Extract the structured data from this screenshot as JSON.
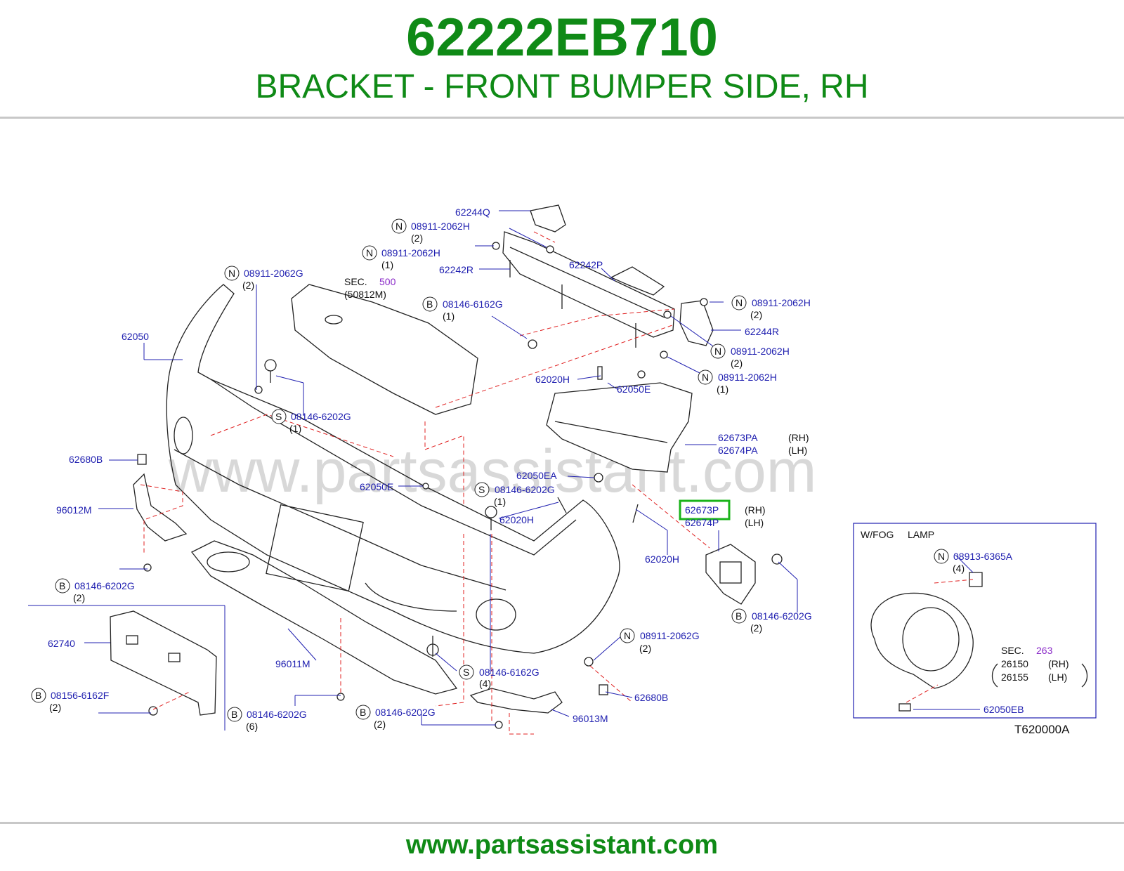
{
  "header": {
    "part_number": "62222EB710",
    "description": "BRACKET - FRONT BUMPER SIDE, RH"
  },
  "watermark": "www.partsassistant.com",
  "footer": {
    "url": "www.partsassistant.com"
  },
  "diagram_code": "T620000A",
  "colors": {
    "brand_green": "#0f8a16",
    "label_blue": "#2020b0",
    "sec_purple": "#8a2ac8",
    "highlight": "#19b319",
    "dashed_red": "#e02020"
  },
  "callouts": {
    "c62244Q": "62244Q",
    "c08911_a": "08911-2062H",
    "q08911_a": "(2)",
    "c08911_b": "08911-2062H",
    "q08911_b": "(1)",
    "c62242R": "62242R",
    "c62242P": "62242P",
    "c08911_c": "08911-2062G",
    "q08911_c": "(2)",
    "sec_a_label": "SEC.",
    "sec_a_num": "500",
    "sec_a_ref": "(50812M)",
    "c08146_a": "08146-6162G",
    "q08146_a": "(1)",
    "c08911_d": "08911-2062H",
    "q08911_d": "(2)",
    "c62244R": "62244R",
    "c08911_e": "08911-2062H",
    "q08911_e": "(2)",
    "c62050": "62050",
    "c08911_f": "08911-2062H",
    "q08911_f": "(1)",
    "c62020H_a": "62020H",
    "c62050E_a": "62050E",
    "c08146_b": "08146-6202G",
    "q08146_b": "(1)",
    "c62673PA": "62673PA",
    "r62673PA": "(RH)",
    "c62674PA": "62674PA",
    "r62674PA": "(LH)",
    "c62680B_a": "62680B",
    "c62050EA": "62050EA",
    "c62050E_b": "62050E",
    "c08146_c": "08146-6202G",
    "q08146_c": "(1)",
    "c96012M": "96012M",
    "c62673P": "62673P",
    "r62673P": "(RH)",
    "c62674P": "62674P",
    "r62674P": "(LH)",
    "c62020H_b": "62020H",
    "c62020H_c": "62020H",
    "c08146_d": "08146-6202G",
    "q08146_d": "(2)",
    "c08146_e": "08146-6202G",
    "q08146_e": "(2)",
    "c62740": "62740",
    "c96011M": "96011M",
    "c08911_g": "08911-2062G",
    "q08911_g": "(2)",
    "c08146_f": "08146-6162G",
    "q08146_f": "(4)",
    "c62680B_b": "62680B",
    "c08156": "08156-6162F",
    "q08156": "(2)",
    "c08146_g": "08146-6202G",
    "q08146_g": "(6)",
    "c08146_h": "08146-6202G",
    "q08146_h": "(2)",
    "c96013M": "96013M"
  },
  "inset": {
    "title_a": "W/FOG",
    "title_b": "LAMP",
    "c08913": "08913-6365A",
    "q08913": "(4)",
    "sec_label": "SEC.",
    "sec_num": "263",
    "c26150": "26150",
    "r26150": "(RH)",
    "c26155": "26155",
    "r26155": "(LH)",
    "c62050EB": "62050EB"
  },
  "markers": {
    "N": "N",
    "S": "S",
    "B": "B"
  }
}
